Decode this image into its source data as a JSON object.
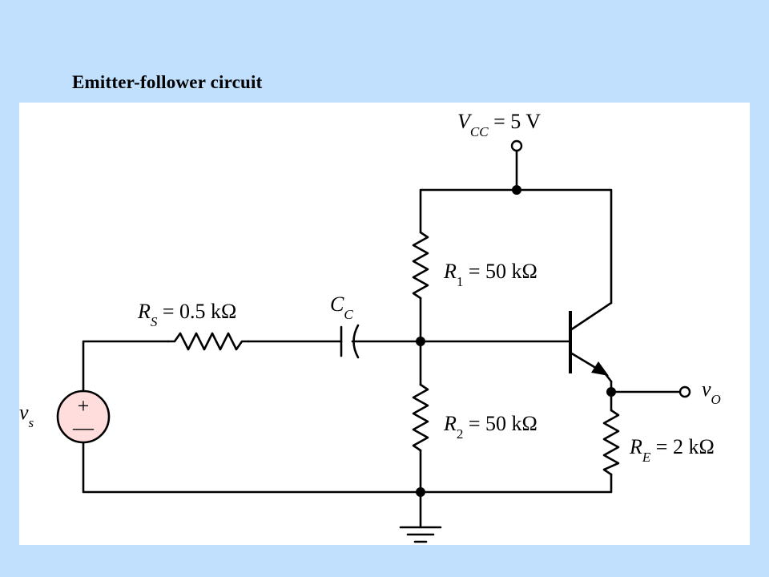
{
  "title": "Emitter-follower circuit",
  "colors": {
    "background": "#c0e0fe",
    "panel": "#ffffff",
    "ink": "#000000"
  },
  "components": {
    "vcc": {
      "symbol": "V",
      "subscript": "CC",
      "value": " = 5 V"
    },
    "rs": {
      "symbol": "R",
      "subscript": "S",
      "value": " = 0.5 kΩ"
    },
    "cc": {
      "symbol": "C",
      "subscript": "C"
    },
    "r1": {
      "symbol": "R",
      "subscript": "1",
      "value": " = 50 kΩ"
    },
    "r2": {
      "symbol": "R",
      "subscript": "2",
      "value": " = 50 kΩ"
    },
    "re": {
      "symbol": "R",
      "subscript": "E",
      "value": " = 2 kΩ"
    },
    "vs": {
      "symbol": "v",
      "subscript": "s",
      "plus": "+",
      "minus": "—"
    },
    "vo": {
      "symbol": "v",
      "subscript": "O"
    }
  }
}
